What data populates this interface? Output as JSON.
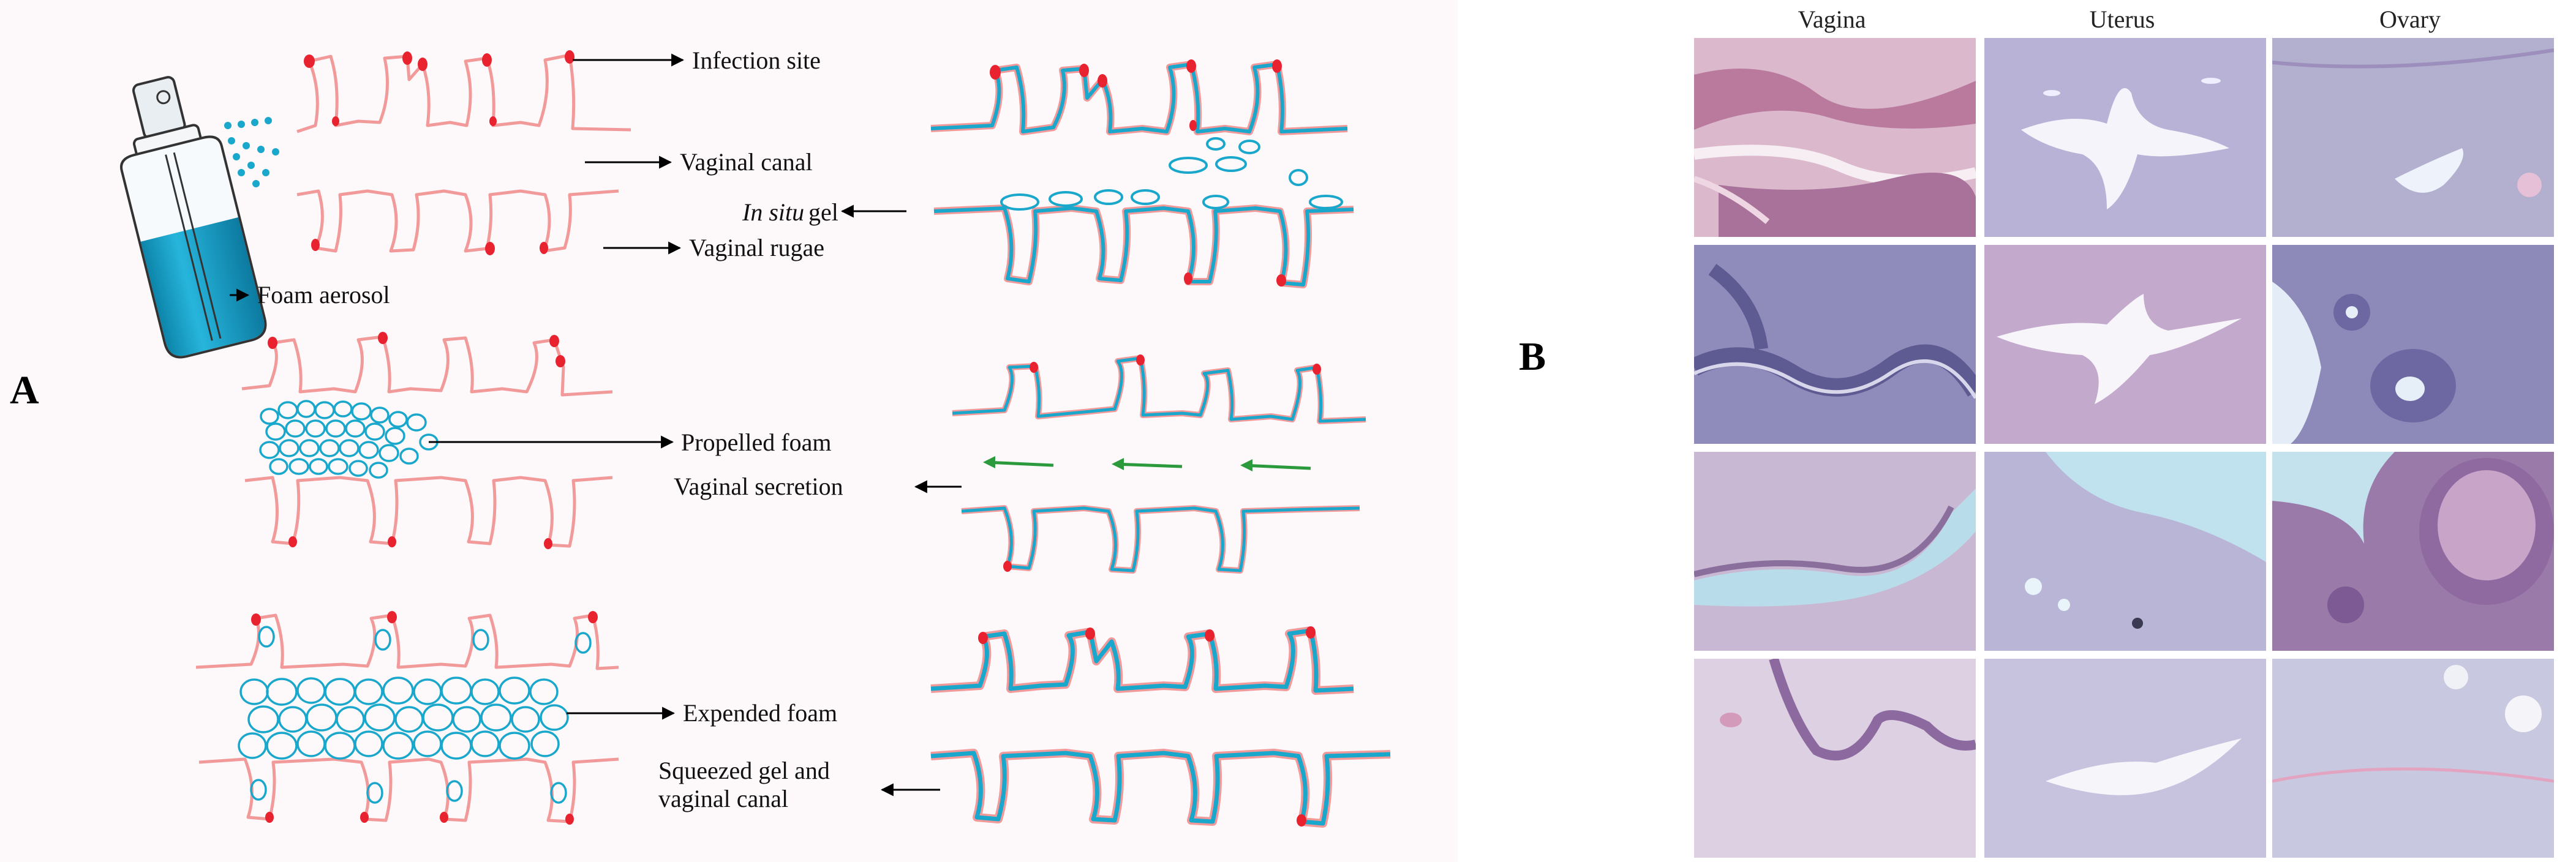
{
  "panel_a": {
    "letter": "A",
    "labels": {
      "infection_site": "Infection site",
      "vaginal_canal": "Vaginal canal",
      "in_situ_italic": "In situ",
      "gel": "gel",
      "vaginal_rugae": "Vaginal rugae",
      "foam_aerosol": "Foam aerosol",
      "propelled_foam": "Propelled foam",
      "vaginal_secretion": "Vaginal secretion",
      "expended_foam": "Expended foam",
      "squeezed_line1": "Squeezed gel and",
      "squeezed_line2": "vaginal canal"
    },
    "colors": {
      "tissue": "#f29a9a",
      "gel": "#1aa7cc",
      "infection": "#e8222e",
      "secretion": "#2a9a3c",
      "canister": "#1aa7cc"
    }
  },
  "panel_b": {
    "letter": "B",
    "columns": [
      "Vagina",
      "Uterus",
      "Ovary"
    ],
    "rows": 4
  }
}
